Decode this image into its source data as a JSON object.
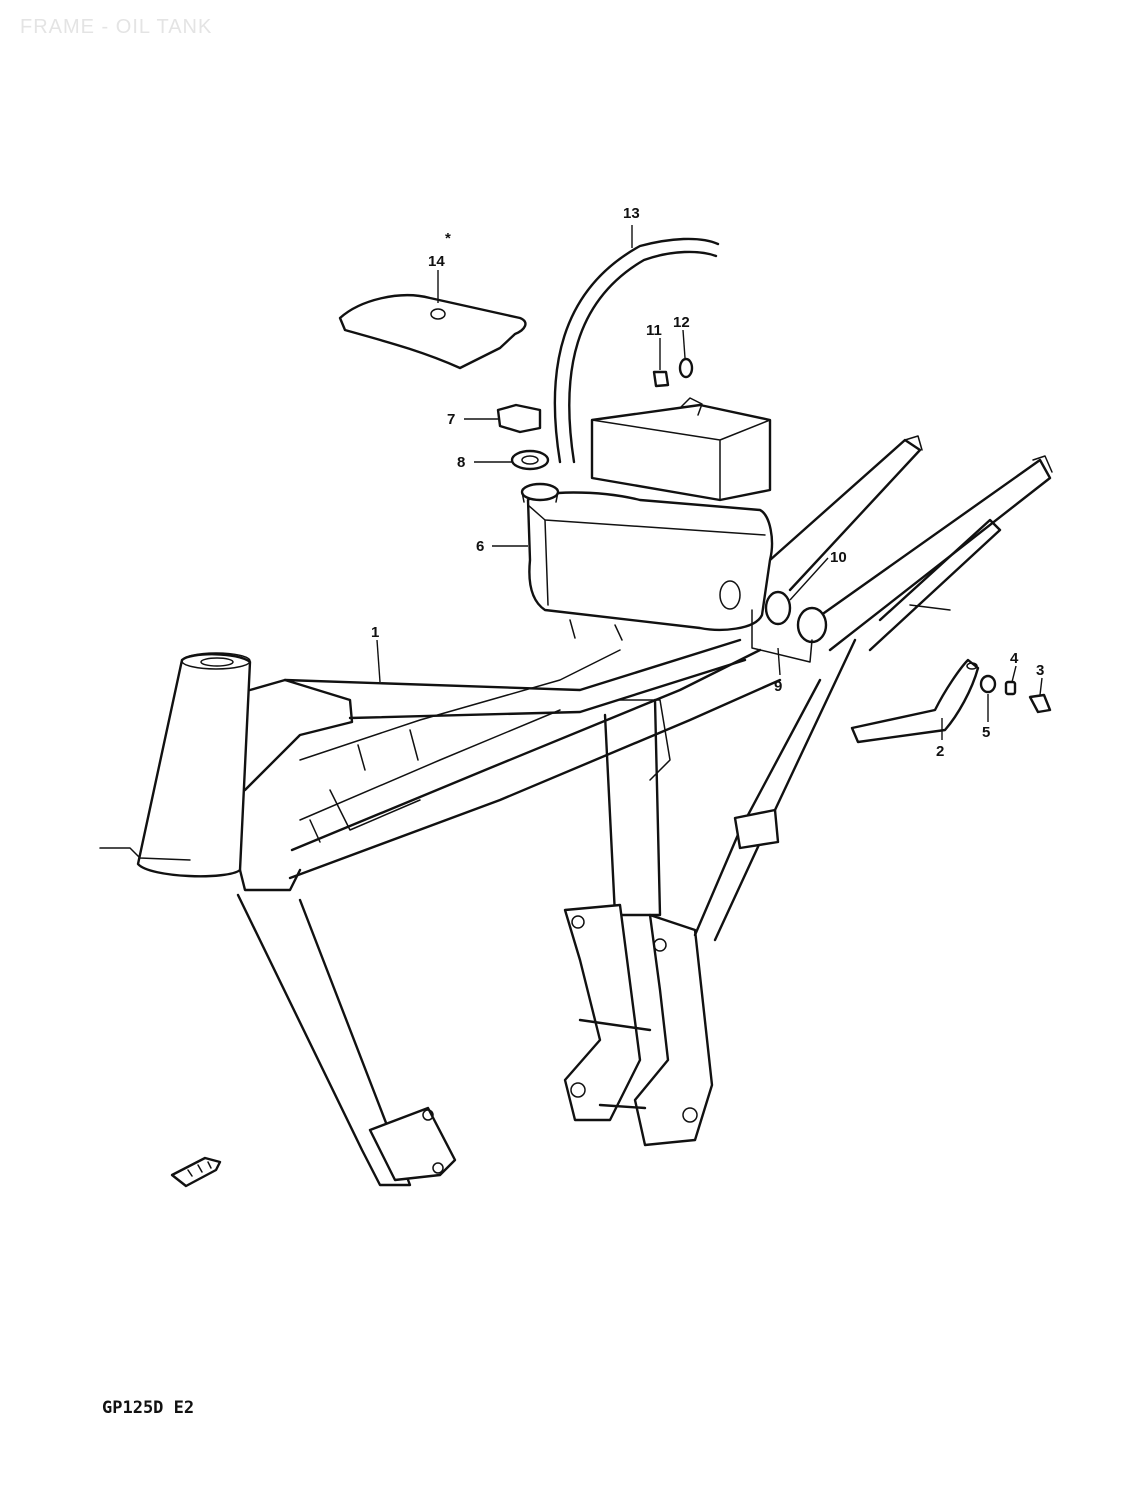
{
  "title": "FRAME - OIL TANK",
  "model_code": "GP125D E2",
  "callouts": [
    {
      "id": "1",
      "label": "1",
      "part": "frame"
    },
    {
      "id": "2",
      "label": "2",
      "part": "bracket"
    },
    {
      "id": "3",
      "label": "3",
      "part": "bolt"
    },
    {
      "id": "4",
      "label": "4",
      "part": "nut"
    },
    {
      "id": "5",
      "label": "5",
      "part": "washer"
    },
    {
      "id": "6",
      "label": "6",
      "part": "oil-tank"
    },
    {
      "id": "7",
      "label": "7",
      "part": "cap"
    },
    {
      "id": "8",
      "label": "8",
      "part": "gasket"
    },
    {
      "id": "9",
      "label": "9",
      "part": "plate"
    },
    {
      "id": "10",
      "label": "10",
      "part": "cushion"
    },
    {
      "id": "11",
      "label": "11",
      "part": "bolt"
    },
    {
      "id": "12",
      "label": "12",
      "part": "washer"
    },
    {
      "id": "13",
      "label": "13",
      "part": "hose"
    },
    {
      "id": "14",
      "label": "14",
      "part": "cover"
    }
  ],
  "marker_14": "*"
}
